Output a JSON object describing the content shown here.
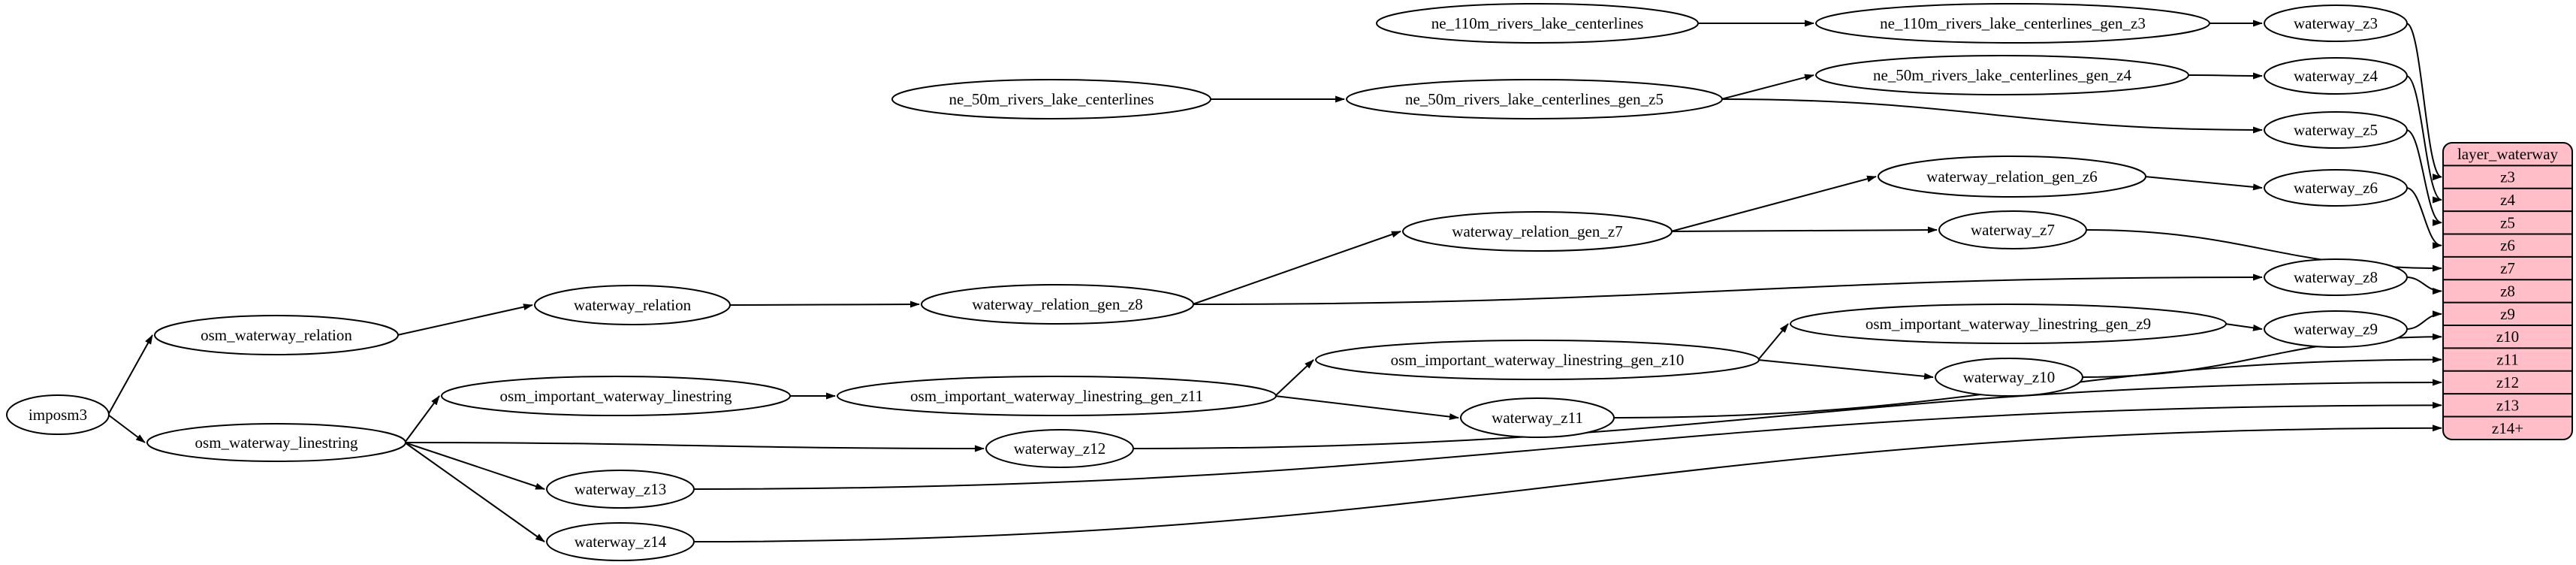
{
  "diagram": {
    "background_color": "#ffffff",
    "node_fill_color": "#ffffff",
    "node_stroke_color": "#000000",
    "edge_color": "#000000",
    "nodes": [
      {
        "id": "imposm3",
        "label": "imposm3"
      },
      {
        "id": "osm_waterway_relation",
        "label": "osm_waterway_relation"
      },
      {
        "id": "osm_waterway_linestring",
        "label": "osm_waterway_linestring"
      },
      {
        "id": "waterway_relation",
        "label": "waterway_relation"
      },
      {
        "id": "osm_important_waterway_linestring",
        "label": "osm_important_waterway_linestring"
      },
      {
        "id": "waterway_z13",
        "label": "waterway_z13"
      },
      {
        "id": "waterway_z14",
        "label": "waterway_z14"
      },
      {
        "id": "ne_50m_rivers_lake_centerlines",
        "label": "ne_50m_rivers_lake_centerlines"
      },
      {
        "id": "waterway_relation_gen_z8",
        "label": "waterway_relation_gen_z8"
      },
      {
        "id": "osm_important_waterway_linestring_gen_z11",
        "label": "osm_important_waterway_linestring_gen_z11"
      },
      {
        "id": "waterway_z12",
        "label": "waterway_z12"
      },
      {
        "id": "ne_110m_rivers_lake_centerlines",
        "label": "ne_110m_rivers_lake_centerlines"
      },
      {
        "id": "ne_50m_rivers_lake_centerlines_gen_z5",
        "label": "ne_50m_rivers_lake_centerlines_gen_z5"
      },
      {
        "id": "waterway_relation_gen_z7",
        "label": "waterway_relation_gen_z7"
      },
      {
        "id": "osm_important_waterway_linestring_gen_z10",
        "label": "osm_important_waterway_linestring_gen_z10"
      },
      {
        "id": "waterway_z11",
        "label": "waterway_z11"
      },
      {
        "id": "ne_110m_rivers_lake_centerlines_gen_z3",
        "label": "ne_110m_rivers_lake_centerlines_gen_z3"
      },
      {
        "id": "ne_50m_rivers_lake_centerlines_gen_z4",
        "label": "ne_50m_rivers_lake_centerlines_gen_z4"
      },
      {
        "id": "waterway_relation_gen_z6",
        "label": "waterway_relation_gen_z6"
      },
      {
        "id": "waterway_z7",
        "label": "waterway_z7"
      },
      {
        "id": "osm_important_waterway_linestring_gen_z9",
        "label": "osm_important_waterway_linestring_gen_z9"
      },
      {
        "id": "waterway_z10",
        "label": "waterway_z10"
      },
      {
        "id": "waterway_z3",
        "label": "waterway_z3"
      },
      {
        "id": "waterway_z4",
        "label": "waterway_z4"
      },
      {
        "id": "waterway_z5",
        "label": "waterway_z5"
      },
      {
        "id": "waterway_z6",
        "label": "waterway_z6"
      },
      {
        "id": "waterway_z8",
        "label": "waterway_z8"
      },
      {
        "id": "waterway_z9",
        "label": "waterway_z9"
      }
    ],
    "table": {
      "id": "layer_waterway",
      "title": "layer_waterway",
      "fill": "#ffbec8",
      "stroke": "#000000",
      "rows": [
        "z3",
        "z4",
        "z5",
        "z6",
        "z7",
        "z8",
        "z9",
        "z10",
        "z11",
        "z12",
        "z13",
        "z14+"
      ]
    },
    "edges": [
      {
        "from": "imposm3",
        "to": "osm_waterway_relation"
      },
      {
        "from": "imposm3",
        "to": "osm_waterway_linestring"
      },
      {
        "from": "osm_waterway_relation",
        "to": "waterway_relation"
      },
      {
        "from": "waterway_relation",
        "to": "waterway_relation_gen_z8"
      },
      {
        "from": "waterway_relation_gen_z8",
        "to": "waterway_relation_gen_z7"
      },
      {
        "from": "waterway_relation_gen_z8",
        "to": "waterway_z8"
      },
      {
        "from": "waterway_relation_gen_z7",
        "to": "waterway_relation_gen_z6"
      },
      {
        "from": "waterway_relation_gen_z7",
        "to": "waterway_z7"
      },
      {
        "from": "waterway_relation_gen_z6",
        "to": "waterway_z6"
      },
      {
        "from": "osm_waterway_linestring",
        "to": "osm_important_waterway_linestring"
      },
      {
        "from": "osm_waterway_linestring",
        "to": "waterway_z12"
      },
      {
        "from": "osm_waterway_linestring",
        "to": "waterway_z13"
      },
      {
        "from": "osm_waterway_linestring",
        "to": "waterway_z14"
      },
      {
        "from": "osm_important_waterway_linestring",
        "to": "osm_important_waterway_linestring_gen_z11"
      },
      {
        "from": "osm_important_waterway_linestring_gen_z11",
        "to": "osm_important_waterway_linestring_gen_z10"
      },
      {
        "from": "osm_important_waterway_linestring_gen_z11",
        "to": "waterway_z11"
      },
      {
        "from": "osm_important_waterway_linestring_gen_z10",
        "to": "osm_important_waterway_linestring_gen_z9"
      },
      {
        "from": "osm_important_waterway_linestring_gen_z10",
        "to": "waterway_z10"
      },
      {
        "from": "osm_important_waterway_linestring_gen_z9",
        "to": "waterway_z9"
      },
      {
        "from": "ne_110m_rivers_lake_centerlines",
        "to": "ne_110m_rivers_lake_centerlines_gen_z3"
      },
      {
        "from": "ne_110m_rivers_lake_centerlines_gen_z3",
        "to": "waterway_z3"
      },
      {
        "from": "ne_50m_rivers_lake_centerlines",
        "to": "ne_50m_rivers_lake_centerlines_gen_z5"
      },
      {
        "from": "ne_50m_rivers_lake_centerlines_gen_z5",
        "to": "ne_50m_rivers_lake_centerlines_gen_z4"
      },
      {
        "from": "ne_50m_rivers_lake_centerlines_gen_z5",
        "to": "waterway_z5"
      },
      {
        "from": "ne_50m_rivers_lake_centerlines_gen_z4",
        "to": "waterway_z4"
      },
      {
        "from": "waterway_z3",
        "to": "layer_waterway",
        "port": "z3"
      },
      {
        "from": "waterway_z4",
        "to": "layer_waterway",
        "port": "z4"
      },
      {
        "from": "waterway_z5",
        "to": "layer_waterway",
        "port": "z5"
      },
      {
        "from": "waterway_z6",
        "to": "layer_waterway",
        "port": "z6"
      },
      {
        "from": "waterway_z7",
        "to": "layer_waterway",
        "port": "z7"
      },
      {
        "from": "waterway_z8",
        "to": "layer_waterway",
        "port": "z8"
      },
      {
        "from": "waterway_z9",
        "to": "layer_waterway",
        "port": "z9"
      },
      {
        "from": "waterway_z10",
        "to": "layer_waterway",
        "port": "z10"
      },
      {
        "from": "waterway_z11",
        "to": "layer_waterway",
        "port": "z11"
      },
      {
        "from": "waterway_z12",
        "to": "layer_waterway",
        "port": "z12"
      },
      {
        "from": "waterway_z13",
        "to": "layer_waterway",
        "port": "z13"
      },
      {
        "from": "waterway_z14",
        "to": "layer_waterway",
        "port": "z14+"
      }
    ]
  }
}
